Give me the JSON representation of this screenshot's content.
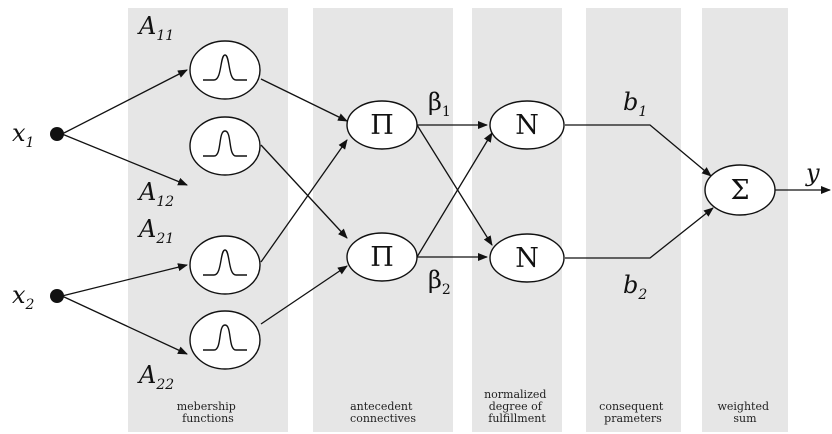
{
  "inputs": [
    {
      "base": "x",
      "sub": "1"
    },
    {
      "base": "x",
      "sub": "2"
    }
  ],
  "membership": [
    {
      "base": "A",
      "sub": "11"
    },
    {
      "base": "A",
      "sub": "12"
    },
    {
      "base": "A",
      "sub": "21"
    },
    {
      "base": "A",
      "sub": "22"
    }
  ],
  "rules": {
    "symbol": "Π"
  },
  "firing": [
    {
      "base": "β",
      "sub": "1"
    },
    {
      "base": "β",
      "sub": "2"
    }
  ],
  "normalize": {
    "symbol": "N"
  },
  "consequent": [
    {
      "base": "b",
      "sub": "1"
    },
    {
      "base": "b",
      "sub": "2"
    }
  ],
  "sum": {
    "symbol": "Σ"
  },
  "output": {
    "label": "y"
  },
  "layers": [
    {
      "lines": [
        "mebership",
        "functions"
      ]
    },
    {
      "lines": [
        "antecedent",
        "connectives"
      ]
    },
    {
      "lines": [
        "normalized",
        "degree of",
        "fulfillment"
      ]
    },
    {
      "lines": [
        "consequent",
        "prameters"
      ]
    },
    {
      "lines": [
        "weighted",
        "sum"
      ]
    }
  ]
}
